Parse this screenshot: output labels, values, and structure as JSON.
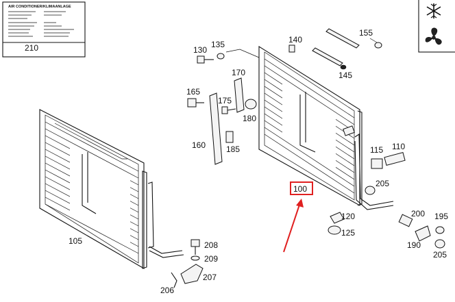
{
  "label_plate": {
    "title": "AIR CONDITIONER/KLIMAANLAGE",
    "number": "210"
  },
  "symbols": {
    "top_icon": "snowflake-icon",
    "bottom_icon": "fan-icon"
  },
  "callouts": {
    "p100": "100",
    "p105": "105",
    "p110": "110",
    "p115": "115",
    "p120": "120",
    "p125": "125",
    "p130": "130",
    "p135": "135",
    "p140": "140",
    "p145": "145",
    "p155": "155",
    "p160": "160",
    "p165": "165",
    "p170": "170",
    "p175": "175",
    "p180": "180",
    "p185": "185",
    "p190": "190",
    "p195": "195",
    "p200": "200",
    "p205a": "205",
    "p205b": "205",
    "p206": "206",
    "p207": "207",
    "p208": "208",
    "p209": "209"
  },
  "highlight": {
    "target": "100",
    "color": "#e02020"
  }
}
